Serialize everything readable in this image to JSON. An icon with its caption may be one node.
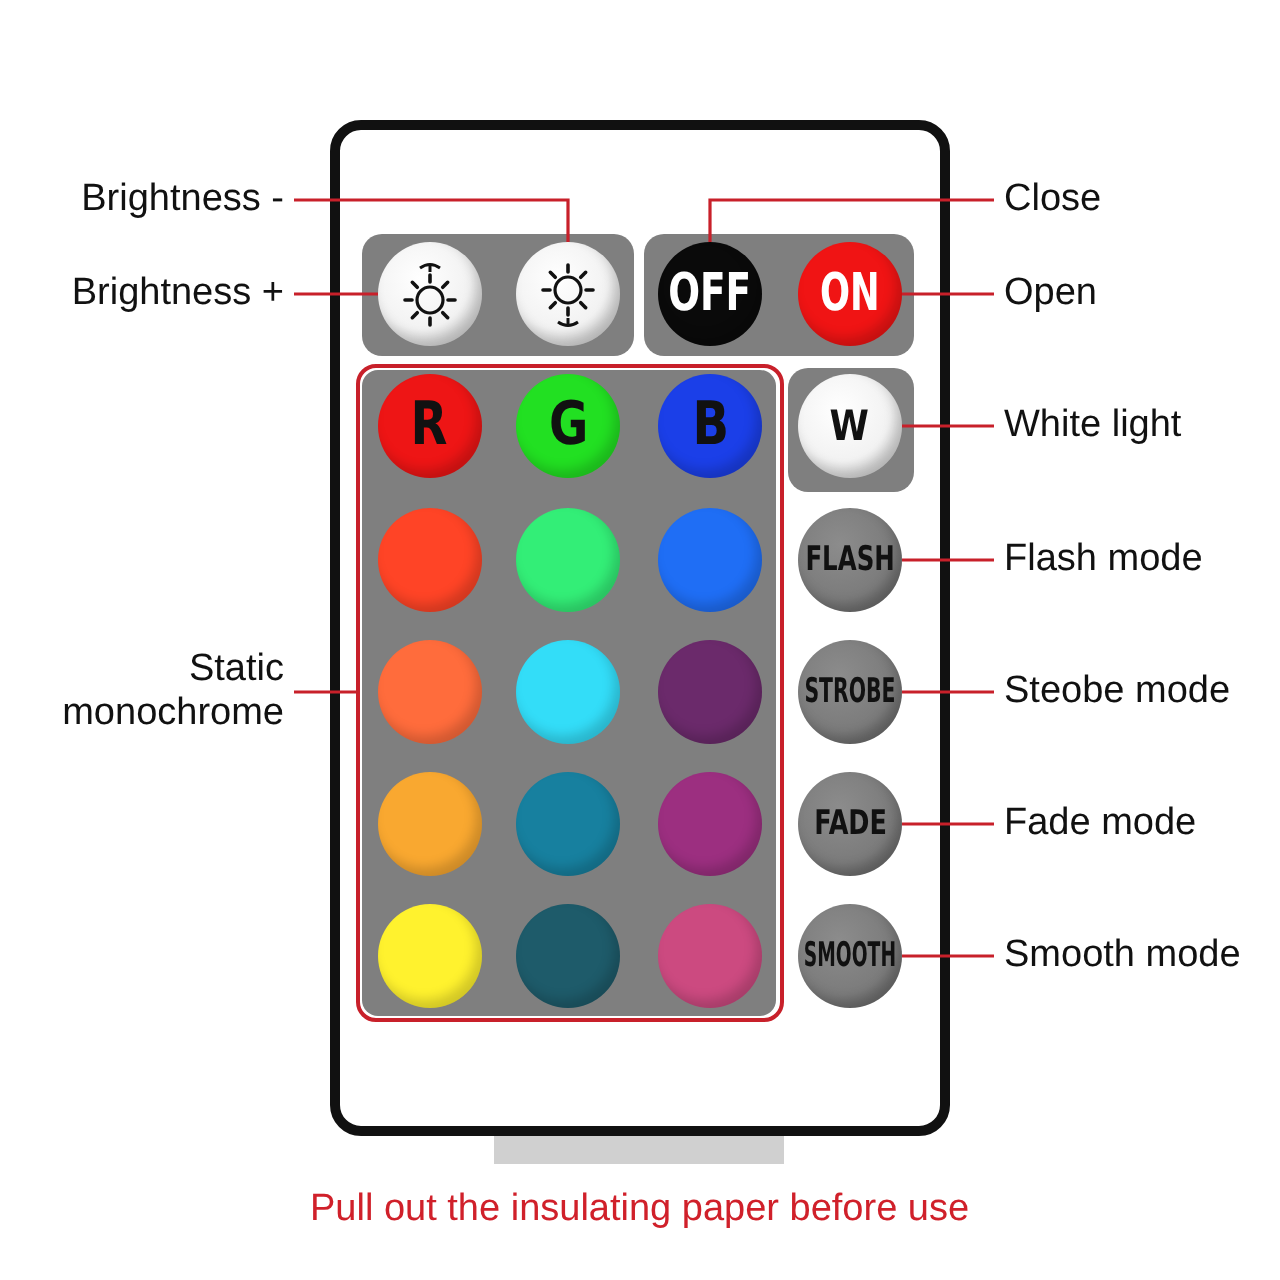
{
  "diagram": {
    "nodes": [
      {
        "text": [
          "Brightness -"
        ]
      },
      {
        "text": [
          "Close"
        ]
      },
      {
        "text": [
          "Brightness +"
        ]
      },
      {
        "text": [],
        "shape": "circle"
      },
      {
        "text": [],
        "shape": "circle"
      },
      {
        "text": [
          "OFF"
        ]
      },
      {
        "text": [
          "ON"
        ]
      },
      {
        "text": [
          "Open"
        ]
      },
      {
        "text": [],
        "shape": "box"
      },
      {
        "text": [
          "R"
        ],
        "in": 8
      },
      {
        "text": [
          "G"
        ],
        "in": 8
      },
      {
        "text": [
          "B"
        ],
        "in": 8
      },
      {
        "text": [
          "W"
        ]
      },
      {
        "text": [
          "White light"
        ]
      },
      {
        "text": [],
        "shape": "circle",
        "in": 8
      },
      {
        "text": [],
        "shape": "circle",
        "in": 8
      },
      {
        "text": [],
        "shape": "circle",
        "in": 8
      },
      {
        "text": [
          "FLASH"
        ]
      },
      {
        "text": [
          "Flash mode"
        ]
      },
      {
        "text": [
          "Static monochrome"
        ]
      },
      {
        "text": [],
        "shape": "circle",
        "in": 8
      },
      {
        "text": [],
        "shape": "circle",
        "in": 8
      },
      {
        "text": [],
        "shape": "circle",
        "in": 8
      },
      {
        "text": [
          "STROBE"
        ]
      },
      {
        "text": [
          "Steobe mode"
        ]
      },
      {
        "text": [],
        "shape": "circle",
        "in": 8
      },
      {
        "text": [],
        "shape": "circle",
        "in": 8
      },
      {
        "text": [],
        "shape": "circle",
        "in": 8
      },
      {
        "text": [
          "FADE"
        ]
      },
      {
        "text": [
          "Fade mode"
        ]
      },
      {
        "text": [],
        "shape": "circle",
        "in": 8
      },
      {
        "text": [],
        "shape": "circle",
        "in": 8
      },
      {
        "text": [],
        "shape": "circle",
        "in": 8
      },
      {
        "text": [
          "SMOOTH"
        ]
      },
      {
        "text": [
          "Smooth mode"
        ]
      }
    ],
    "edges": [
      {
        "from": 0,
        "to": 4,
        "arrow": "none"
      },
      {
        "from": 1,
        "to": 5,
        "arrow": "none"
      },
      {
        "from": 2,
        "to": 3,
        "arrow": "none"
      },
      {
        "from": 7,
        "to": 6,
        "arrow": "none"
      },
      {
        "from": 13,
        "to": 12,
        "arrow": "none"
      },
      {
        "from": 18,
        "to": 17,
        "arrow": "none"
      },
      {
        "from": 19,
        "to": 8,
        "arrow": "none"
      },
      {
        "from": 24,
        "to": 23,
        "arrow": "none"
      },
      {
        "from": 29,
        "to": 28,
        "arrow": "none"
      },
      {
        "from": 34,
        "to": 33,
        "arrow": "none"
      }
    ],
    "labels": [
      "Pull out the insulating paper before use"
    ]
  }
}
